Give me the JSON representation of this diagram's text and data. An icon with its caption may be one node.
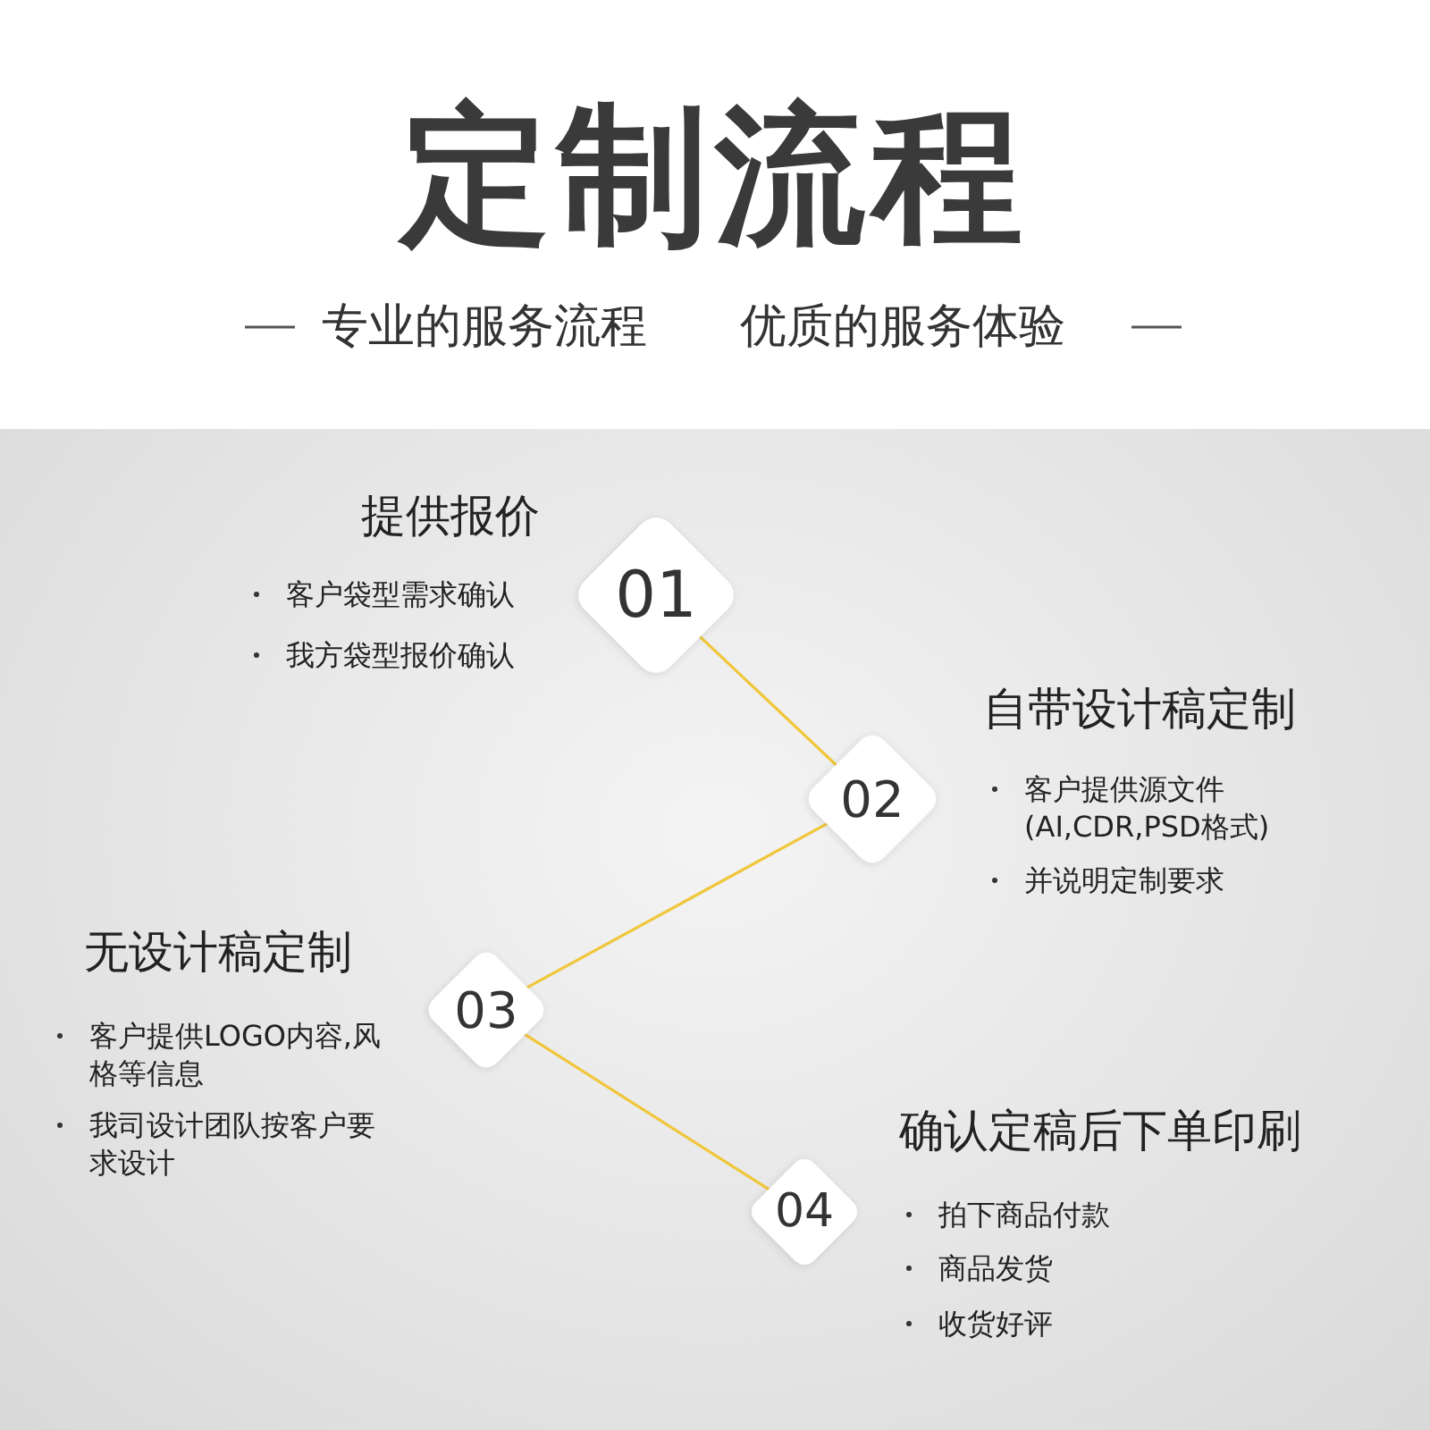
{
  "diagram": {
    "title": "定制流程",
    "nodes": [
      {
        "text": [
          "01"
        ],
        "beside": [
          "提供报价",
          "客户袋型需求确认",
          "我方袋型报价确认"
        ]
      },
      {
        "text": [
          "02"
        ],
        "beside": [
          "自带设计稿定制",
          "客户提供源文件(AI,CDR,PSD格式)",
          "并说明定制要求"
        ]
      },
      {
        "text": [
          "03"
        ],
        "beside": [
          "无设计稿定制",
          "客户提供LOGO内容,风格等信息",
          "我司设计团队按客户要求设计"
        ]
      },
      {
        "text": [
          "04"
        ],
        "beside": [
          "确认定稿后下单印刷",
          "拍下商品付款",
          "商品发货",
          "收货好评"
        ]
      }
    ],
    "edges": [
      {
        "from": 0,
        "to": 1,
        "arrow": "none"
      },
      {
        "from": 1,
        "to": 2,
        "arrow": "none"
      },
      {
        "from": 2,
        "to": 3,
        "arrow": "none"
      }
    ],
    "labels": [
      "专业的服务流程",
      "优质的服务体验"
    ]
  }
}
